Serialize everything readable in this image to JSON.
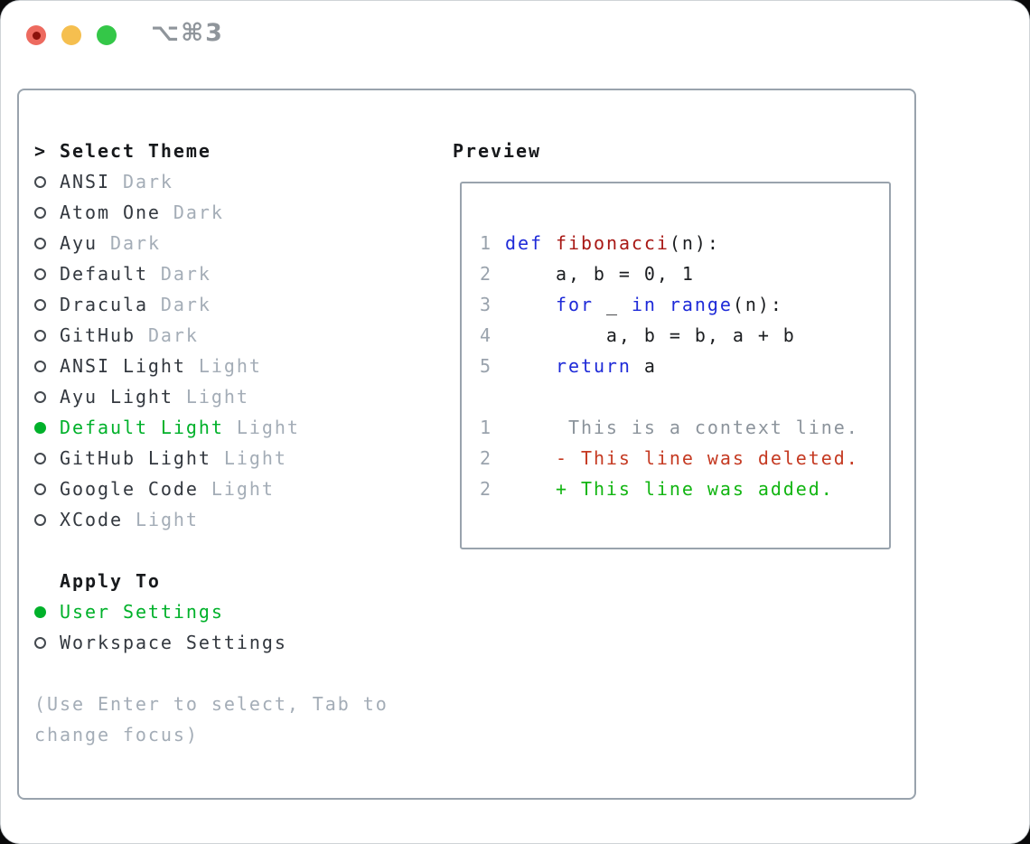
{
  "window": {
    "title": "⌥⌘3",
    "traffic_lights": [
      "close",
      "minimize",
      "zoom"
    ]
  },
  "icons": {
    "caret": ">",
    "radio_selected": "filled-circle",
    "radio_unselected": "hollow-circle",
    "diff_deleted_marker": "-",
    "diff_added_marker": "+"
  },
  "colors": {
    "selection_green": "#00b12a",
    "keyword_blue": "#1e2ad8",
    "function_red": "#a81815",
    "deleted_red": "#c53a22",
    "added_green": "#12b512",
    "muted_gray": "#a4adb7",
    "line_number_gray": "#9aa3ad",
    "border_gray": "#99a3ad",
    "traffic_red": "#ed6a5f",
    "traffic_yellow": "#f5bf4f",
    "traffic_green": "#34c748"
  },
  "theme_list": {
    "header": "Select Theme",
    "items": [
      {
        "name": "ANSI",
        "variant": "Dark",
        "selected": false
      },
      {
        "name": "Atom One",
        "variant": "Dark",
        "selected": false
      },
      {
        "name": "Ayu",
        "variant": "Dark",
        "selected": false
      },
      {
        "name": "Default",
        "variant": "Dark",
        "selected": false
      },
      {
        "name": "Dracula",
        "variant": "Dark",
        "selected": false
      },
      {
        "name": "GitHub",
        "variant": "Dark",
        "selected": false
      },
      {
        "name": "ANSI Light",
        "variant": "Light",
        "selected": false
      },
      {
        "name": "Ayu Light",
        "variant": "Light",
        "selected": false
      },
      {
        "name": "Default Light",
        "variant": "Light",
        "selected": true
      },
      {
        "name": "GitHub Light",
        "variant": "Light",
        "selected": false
      },
      {
        "name": "Google Code",
        "variant": "Light",
        "selected": false
      },
      {
        "name": "XCode",
        "variant": "Light",
        "selected": false
      }
    ]
  },
  "apply_to": {
    "header": "Apply To",
    "options": [
      {
        "label": "User Settings",
        "selected": true
      },
      {
        "label": "Workspace Settings",
        "selected": false
      }
    ]
  },
  "hints": [
    "(Use Enter to select, Tab to",
    "change focus)"
  ],
  "preview": {
    "title": "Preview",
    "lines": [
      {
        "num": "1",
        "segments": [
          {
            "text": "def",
            "type": "keyword"
          },
          {
            "text": " ",
            "type": "plain"
          },
          {
            "text": "fibonacci",
            "type": "function"
          },
          {
            "text": "(n):",
            "type": "plain"
          }
        ]
      },
      {
        "num": "2",
        "segments": [
          {
            "text": "    a, b = 0, 1",
            "type": "plain"
          }
        ]
      },
      {
        "num": "3",
        "segments": [
          {
            "text": "    ",
            "type": "plain"
          },
          {
            "text": "for",
            "type": "keyword"
          },
          {
            "text": " _ ",
            "type": "plain"
          },
          {
            "text": "in",
            "type": "keyword"
          },
          {
            "text": " ",
            "type": "plain"
          },
          {
            "text": "range",
            "type": "keyword"
          },
          {
            "text": "(n):",
            "type": "plain"
          }
        ]
      },
      {
        "num": "4",
        "segments": [
          {
            "text": "        a, b = b, a + b",
            "type": "plain"
          }
        ]
      },
      {
        "num": "5",
        "segments": [
          {
            "text": "    ",
            "type": "plain"
          },
          {
            "text": "return",
            "type": "keyword"
          },
          {
            "text": " a",
            "type": "plain"
          }
        ]
      },
      {
        "num": "",
        "segments": []
      },
      {
        "num": "1",
        "segments": [
          {
            "text": "     This is a context line.",
            "type": "context"
          }
        ]
      },
      {
        "num": "2",
        "segments": [
          {
            "text": "    ",
            "type": "plain"
          },
          {
            "text": "- This line was deleted.",
            "type": "deleted"
          }
        ]
      },
      {
        "num": "2",
        "segments": [
          {
            "text": "    ",
            "type": "plain"
          },
          {
            "text": "+ This line was added.",
            "type": "added"
          }
        ]
      }
    ]
  }
}
